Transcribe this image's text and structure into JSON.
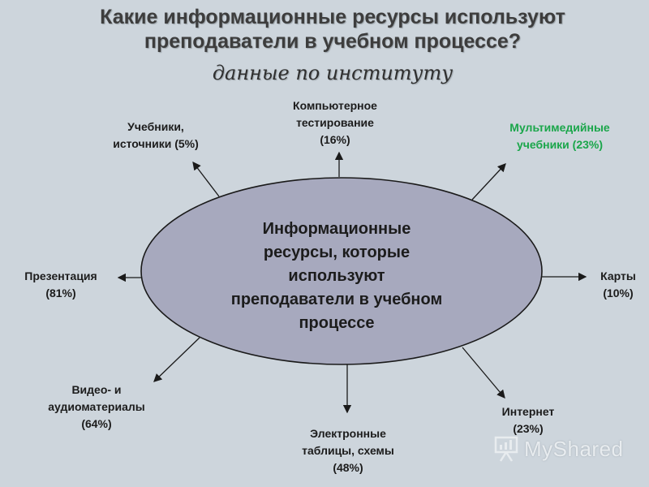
{
  "title": {
    "line1": "Какие информационные ресурсы используют",
    "line2": "преподаватели в учебном процессе?"
  },
  "subtitle": "данные по институту",
  "center": {
    "lines": [
      "Информационные",
      "ресурсы, которые",
      "используют",
      "преподаватели в учебном",
      "процессе"
    ]
  },
  "nodes": [
    {
      "lines": [
        "Компьютерное",
        "тестирование",
        "(16%)"
      ],
      "percent": 16
    },
    {
      "lines": [
        "Учебники,",
        "источники (5%)"
      ],
      "percent": 5
    },
    {
      "lines": [
        "Мультимедийные",
        "учебники (23%)"
      ],
      "percent": 23,
      "color": "#1aa64a"
    },
    {
      "lines": [
        "Презентация",
        "(81%)"
      ],
      "percent": 81
    },
    {
      "lines": [
        "Карты",
        "(10%)"
      ],
      "percent": 10
    },
    {
      "lines": [
        "Видео- и",
        "аудиоматериалы",
        "(64%)"
      ],
      "percent": 64
    },
    {
      "lines": [
        "Электронные",
        "таблицы, схемы",
        "(48%)"
      ],
      "percent": 48
    },
    {
      "lines": [
        "Интернет",
        "(23%)"
      ],
      "percent": 23
    }
  ],
  "colors": {
    "background": "#cdd5dc",
    "ellipse_fill": "#a7a9be",
    "accent_green": "#1aa64a"
  },
  "watermark": {
    "icon": "presentation-board-icon",
    "text": "MyShared"
  }
}
